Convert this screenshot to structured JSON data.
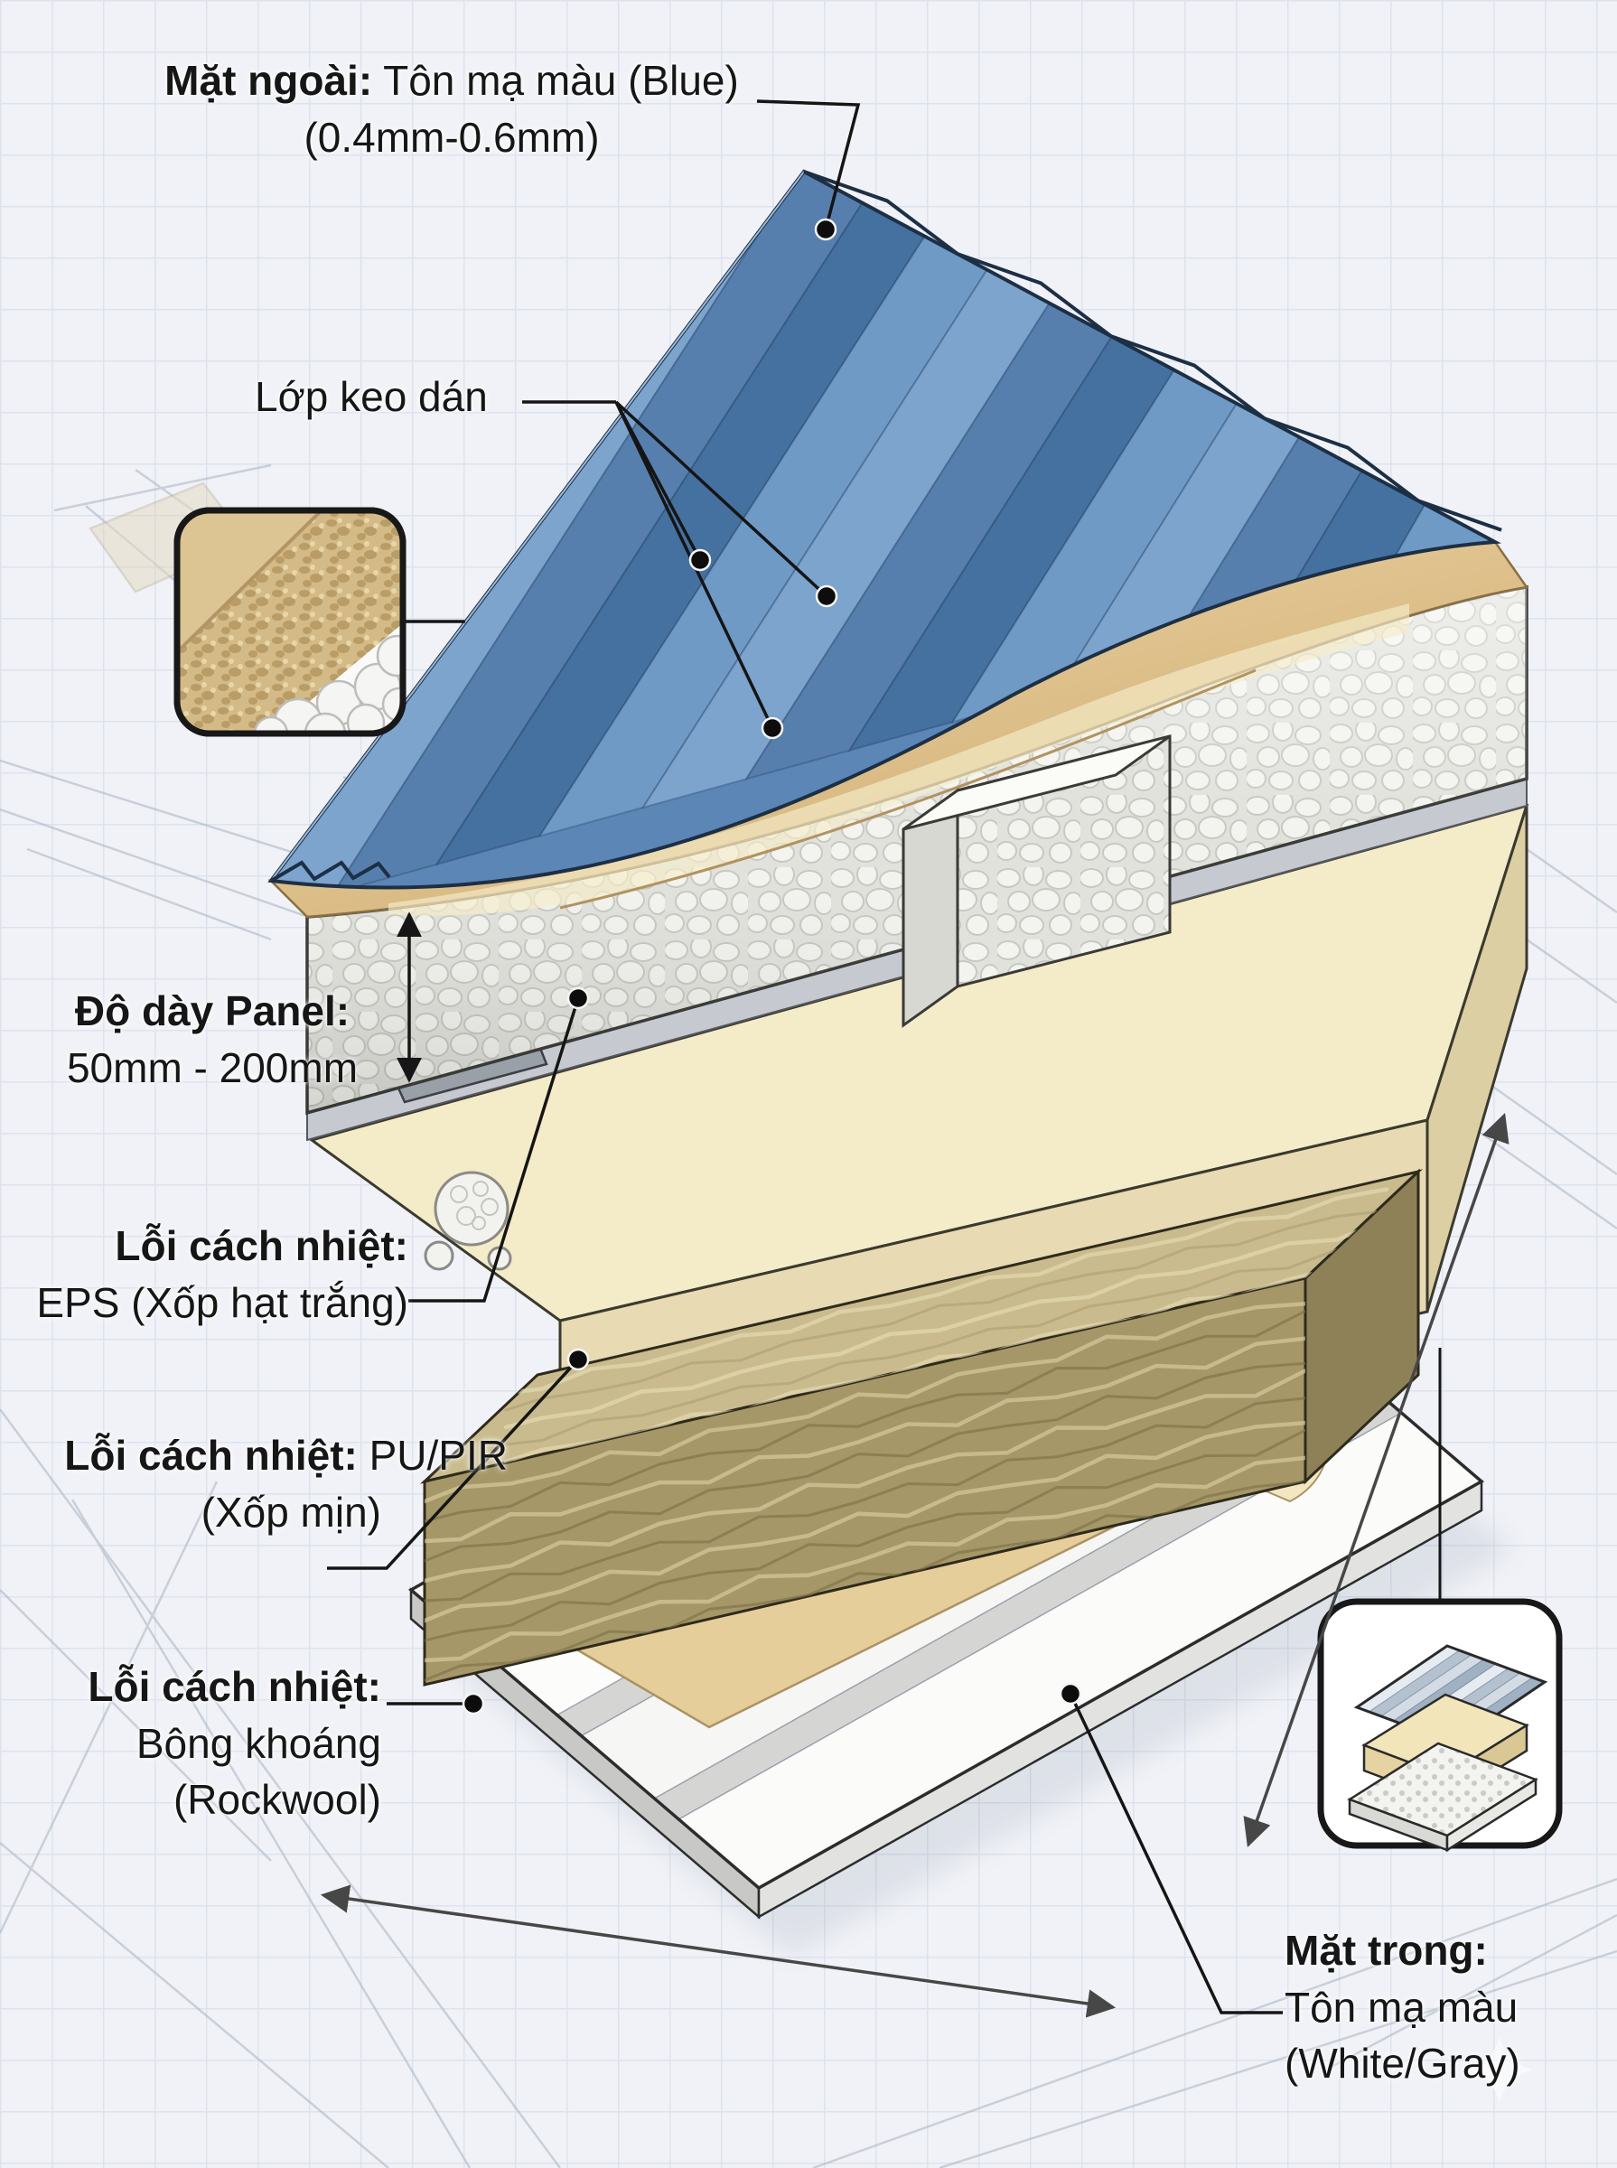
{
  "diagram_title": "Sandwich panel layer structure",
  "labels": {
    "outer": {
      "bold": "Mặt ngoài:",
      "rest": " Tôn mạ màu (Blue)",
      "line2": "(0.4mm-0.6mm)"
    },
    "glue": {
      "text": "Lớp keo dán"
    },
    "thickness": {
      "bold": "Độ dày Panel:",
      "line2": "50mm - 200mm"
    },
    "eps": {
      "bold": "Lỗi cách nhiệt:",
      "line2": "EPS (Xốp hạt trắng)"
    },
    "pu": {
      "bold": "Lỗi cách nhiệt:",
      "rest": " PU/PIR",
      "line2": "(Xốp mịn)"
    },
    "rockwool": {
      "bold": "Lỗi cách nhiệt:",
      "line2": "Bông khoáng",
      "line3": "(Rockwool)"
    },
    "inner": {
      "bold": "Mặt trong:",
      "line2": "Tôn mạ màu",
      "line3": "(White/Gray)"
    }
  },
  "colors": {
    "blue_sheet": "#5b86b6",
    "blue_light": "#7ca4cd",
    "blue_dark": "#44719f",
    "outline": "#1d2f45",
    "adhesive": "#dfc18c",
    "adhesive_light": "#f6ecc9",
    "eps_white": "#f2f2ef",
    "eps_gap": "#c9c9c3",
    "pu_top": "#f4ebc8",
    "pu_front": "#e8dab2",
    "rockwool_top": "#c9bb8d",
    "rockwool_front": "#a59767",
    "bottom_sheet": "#f6f6f4",
    "grid_line": "#dde3ee",
    "text": "#161616"
  }
}
